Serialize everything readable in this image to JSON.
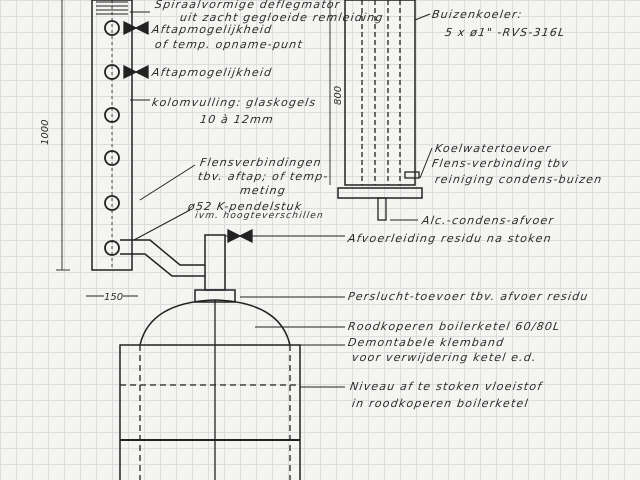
{
  "labels": {
    "deflegmator_1": "Spiraalvormige deflegmator",
    "deflegmator_2": "uit zacht gegloeide remleiding",
    "tap1_1": "Aftapmogelijkheid",
    "tap1_2": "of temp. opname-punt",
    "tap2": "Aftapmogelijkheid",
    "filling_1": "kolomvulling: glaskogels",
    "filling_2": "10 à 12mm",
    "flanges_1": "Flensverbindingen",
    "flanges_2": "tbv. aftap; of temp-",
    "flanges_3": "meting",
    "pendel_1": "ø52 K-pendelstuk",
    "pendel_2": "ivm. hoogteverschillen",
    "cooler_1": "Buizenkoeler:",
    "cooler_2": "5 x ø1\" -RVS-316L",
    "coolwater": "Koelwatertoevoer",
    "flange_clean_1": "Flens-verbinding tbv",
    "flange_clean_2": "reiniging condens-buizen",
    "alc_drain": "Alc.-condens-afvoer",
    "residue_drain": "Afvoerleiding residu na stoken",
    "air": "Perslucht-toevoer tbv. afvoer residu",
    "boiler": "Roodkoperen boilerketel 60/80L",
    "clamp_1": "Demontabele klemband",
    "clamp_2": "voor verwijdering ketel e.d.",
    "level_1": "Niveau af te stoken vloeistof",
    "level_2": "in roodkoperen boilerketel"
  },
  "dimensions": {
    "column_height": "1000",
    "cooler_height": "800",
    "column_width": "150"
  }
}
